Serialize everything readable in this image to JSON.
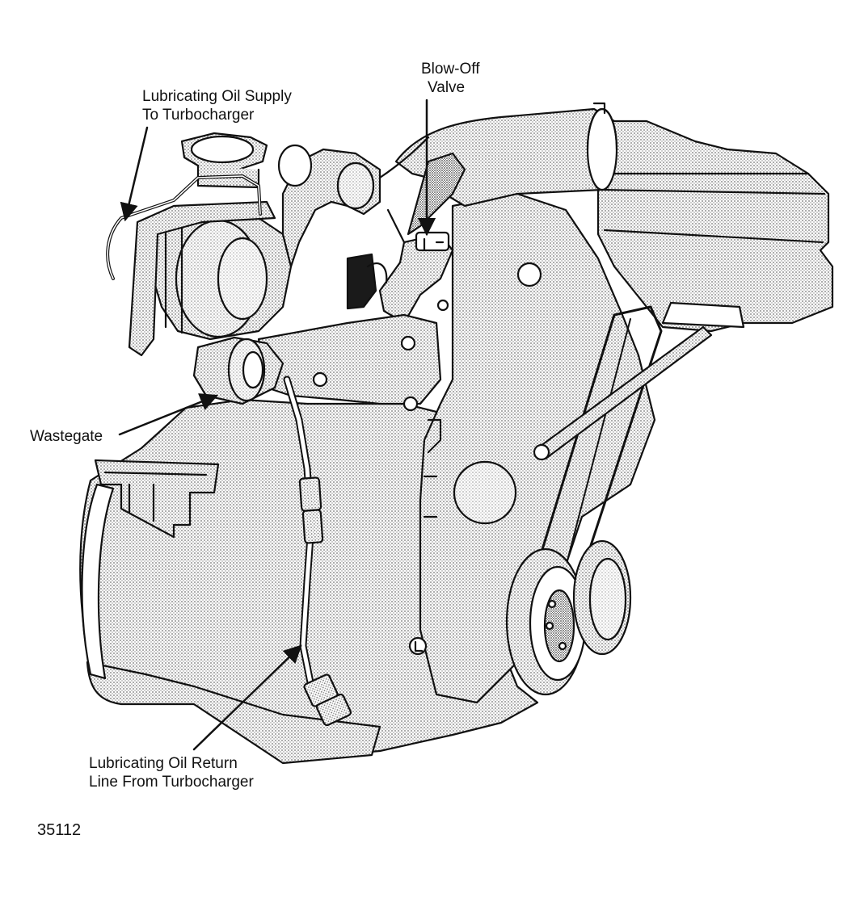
{
  "callouts": {
    "oil_supply": {
      "line1": "Lubricating Oil Supply",
      "line2": "To Turbocharger"
    },
    "blow_off": {
      "line1": "Blow-Off",
      "line2": "Valve"
    },
    "wastegate": {
      "text": "Wastegate"
    },
    "oil_return": {
      "line1": "Lubricating Oil Return",
      "line2": "Line From Turbocharger"
    }
  },
  "figure_number": "35112",
  "colors": {
    "ink": "#111111",
    "shade": "#c4c4c4",
    "paper": "#ffffff"
  }
}
